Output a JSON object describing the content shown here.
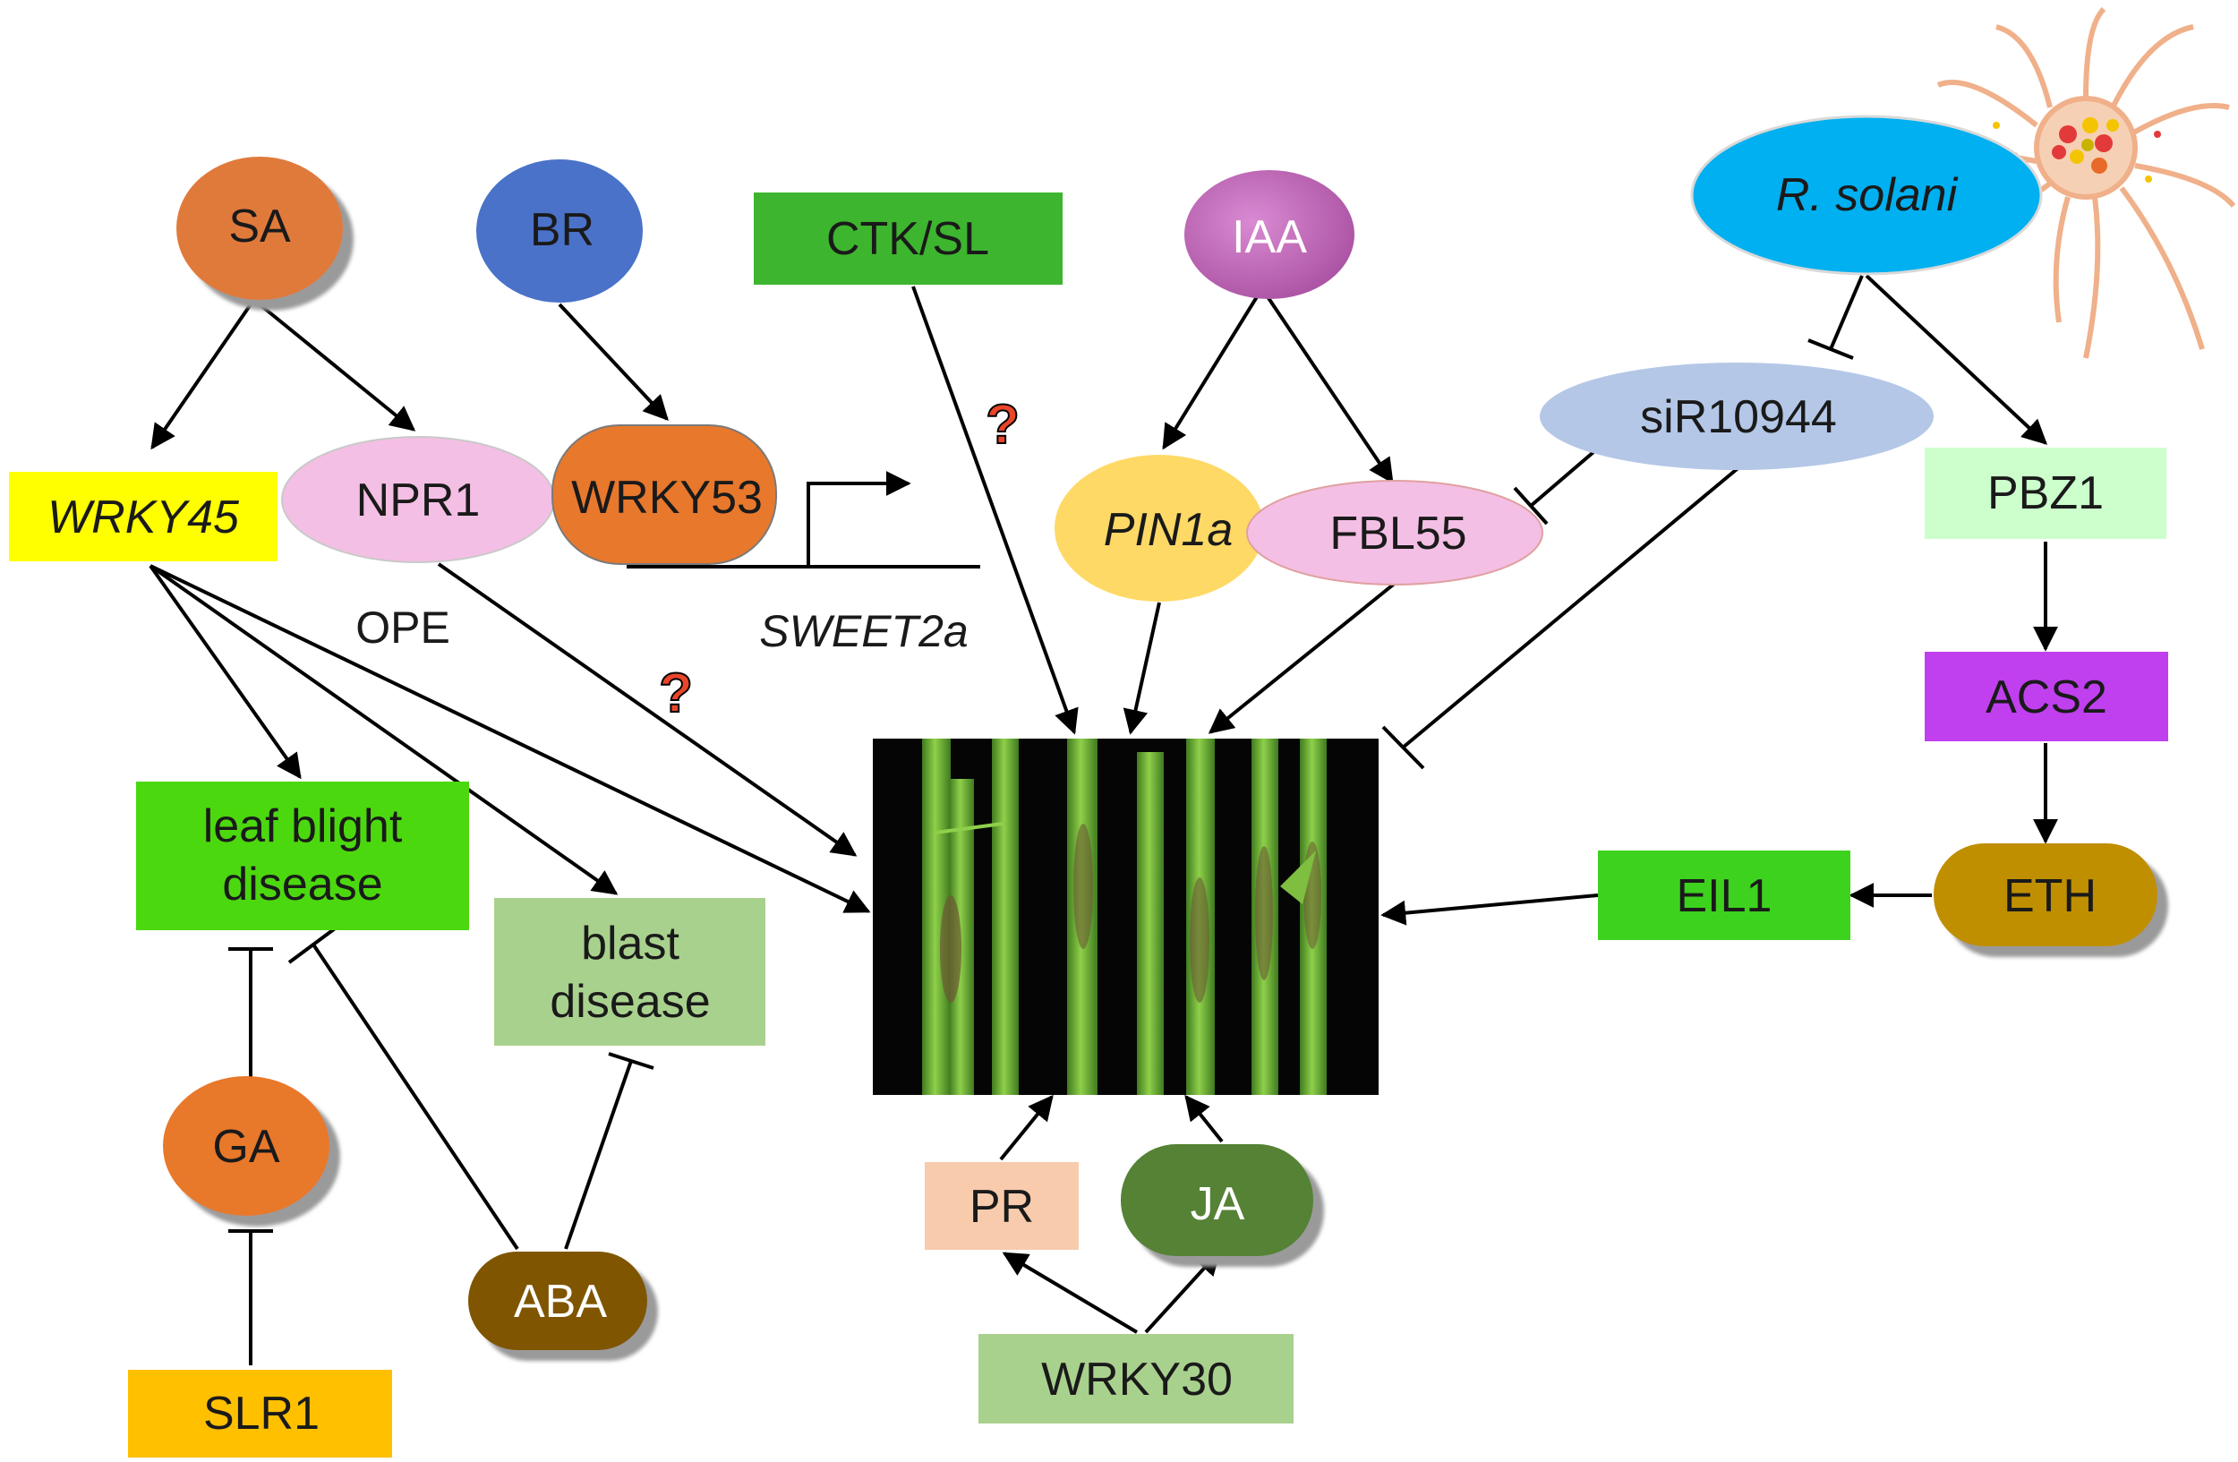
{
  "diagram": {
    "nodes": {
      "sa": {
        "label": "SA",
        "color": "#e07a3a"
      },
      "br": {
        "label": "BR",
        "color": "#4a72c8"
      },
      "ctk_sl": {
        "label": "CTK/SL",
        "color": "#3db52f"
      },
      "iaa": {
        "label": "IAA",
        "color": "#c065b8"
      },
      "r_solani": {
        "label": "R. solani",
        "color": "#00b0f0"
      },
      "wrky45": {
        "label": "WRKY45",
        "color": "#ffff00"
      },
      "npr1": {
        "label": "NPR1",
        "color": "#f4bfe4"
      },
      "wrky53": {
        "label": "WRKY53",
        "color": "#e8782c"
      },
      "sweet2a": {
        "label": "SWEET2a"
      },
      "ope": {
        "label": "OPE"
      },
      "pin1a": {
        "label": "PIN1a",
        "color": "#ffd966"
      },
      "fbl55": {
        "label": "FBL55",
        "color": "#f4bfe4"
      },
      "sir10944": {
        "label": "siR10944",
        "color": "#b4c7e7"
      },
      "pbz1": {
        "label": "PBZ1",
        "color": "#ccffcc"
      },
      "acs2": {
        "label": "ACS2",
        "color": "#c040f0"
      },
      "eth": {
        "label": "ETH",
        "color": "#bf8f00"
      },
      "eil1": {
        "label": "EIL1",
        "color": "#3dd21e"
      },
      "leaf_blight": {
        "line1": "leaf blight",
        "line2": "disease",
        "color": "#4cd80f"
      },
      "blast": {
        "line1": "blast",
        "line2": "disease",
        "color": "#a9d18e"
      },
      "ga": {
        "label": "GA",
        "color": "#e8782c"
      },
      "aba": {
        "label": "ABA",
        "color": "#7f5500"
      },
      "slr1": {
        "label": "SLR1",
        "color": "#ffc000"
      },
      "pr": {
        "label": "PR",
        "color": "#f8cbad"
      },
      "ja": {
        "label": "JA",
        "color": "#548235"
      },
      "wrky30": {
        "label": "WRKY30",
        "color": "#a9d18e"
      }
    },
    "question_marks": [
      "?",
      "?"
    ]
  }
}
